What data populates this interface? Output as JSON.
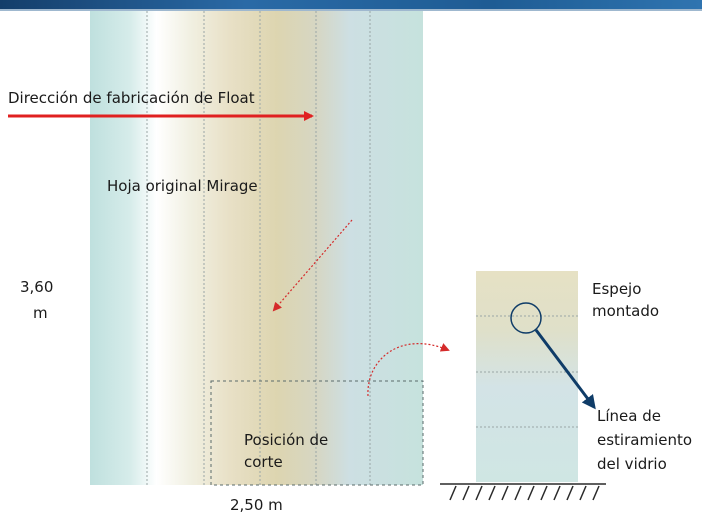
{
  "diagram": {
    "direction_label": "Dirección de fabricación de Float",
    "sheet_label": "Hoja original Mirage",
    "height_value": "3,60",
    "height_unit": "m",
    "width_label": "2,50 m",
    "cut_label_line1": "Posición de",
    "cut_label_line2": "corte",
    "mirror_label_line1": "Espejo",
    "mirror_label_line2": "montado",
    "stretch_label_line1": "Línea de",
    "stretch_label_line2": "estiramiento",
    "stretch_label_line3": "del vidrio"
  },
  "colors": {
    "direction_arrow": "#e02020",
    "guide_arrows": "#d52b2b",
    "stretch_arrow": "#0f3c68",
    "header_band": "#1e5c94"
  }
}
